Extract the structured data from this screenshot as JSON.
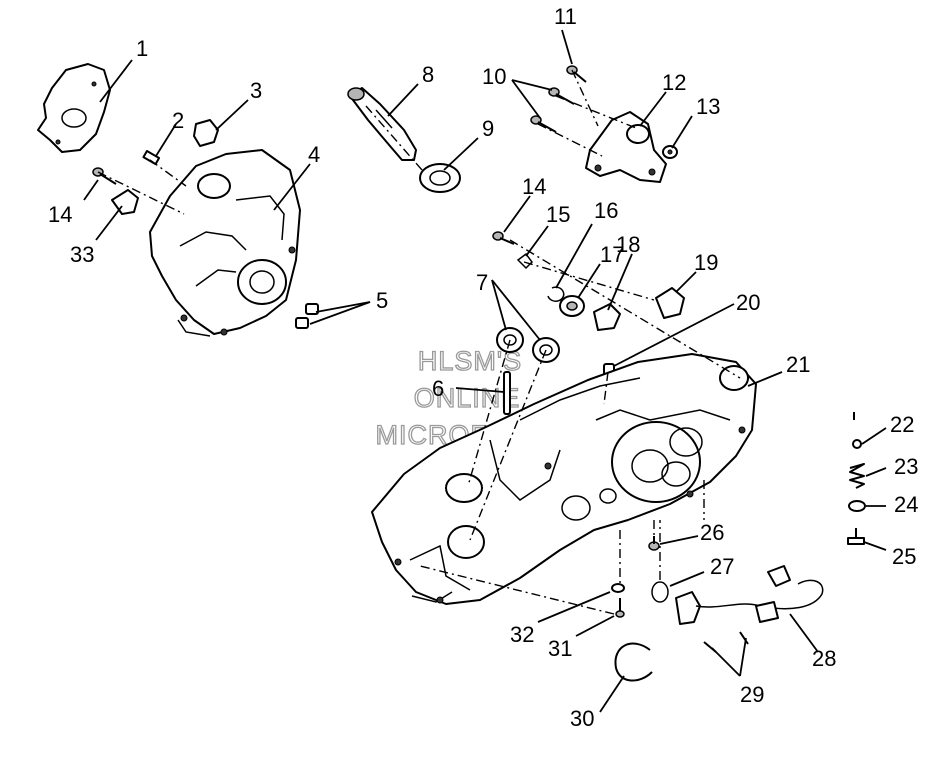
{
  "watermark": [
    "HLSM'S",
    "ONLINE",
    "MICROFICHE"
  ],
  "callouts": {
    "c1": "1",
    "c2": "2",
    "c3": "3",
    "c4": "4",
    "c5": "5",
    "c6": "6",
    "c7": "7",
    "c8": "8",
    "c9": "9",
    "c10": "10",
    "c11": "11",
    "c12": "12",
    "c13": "13",
    "c14a": "14",
    "c14b": "14",
    "c15": "15",
    "c16": "16",
    "c17": "17",
    "c18": "18",
    "c19": "19",
    "c20": "20",
    "c21": "21",
    "c22": "22",
    "c23": "23",
    "c24": "24",
    "c25": "25",
    "c26": "26",
    "c27": "27",
    "c28": "28",
    "c29": "29",
    "c30": "30",
    "c31": "31",
    "c32": "32",
    "c33": "33"
  }
}
